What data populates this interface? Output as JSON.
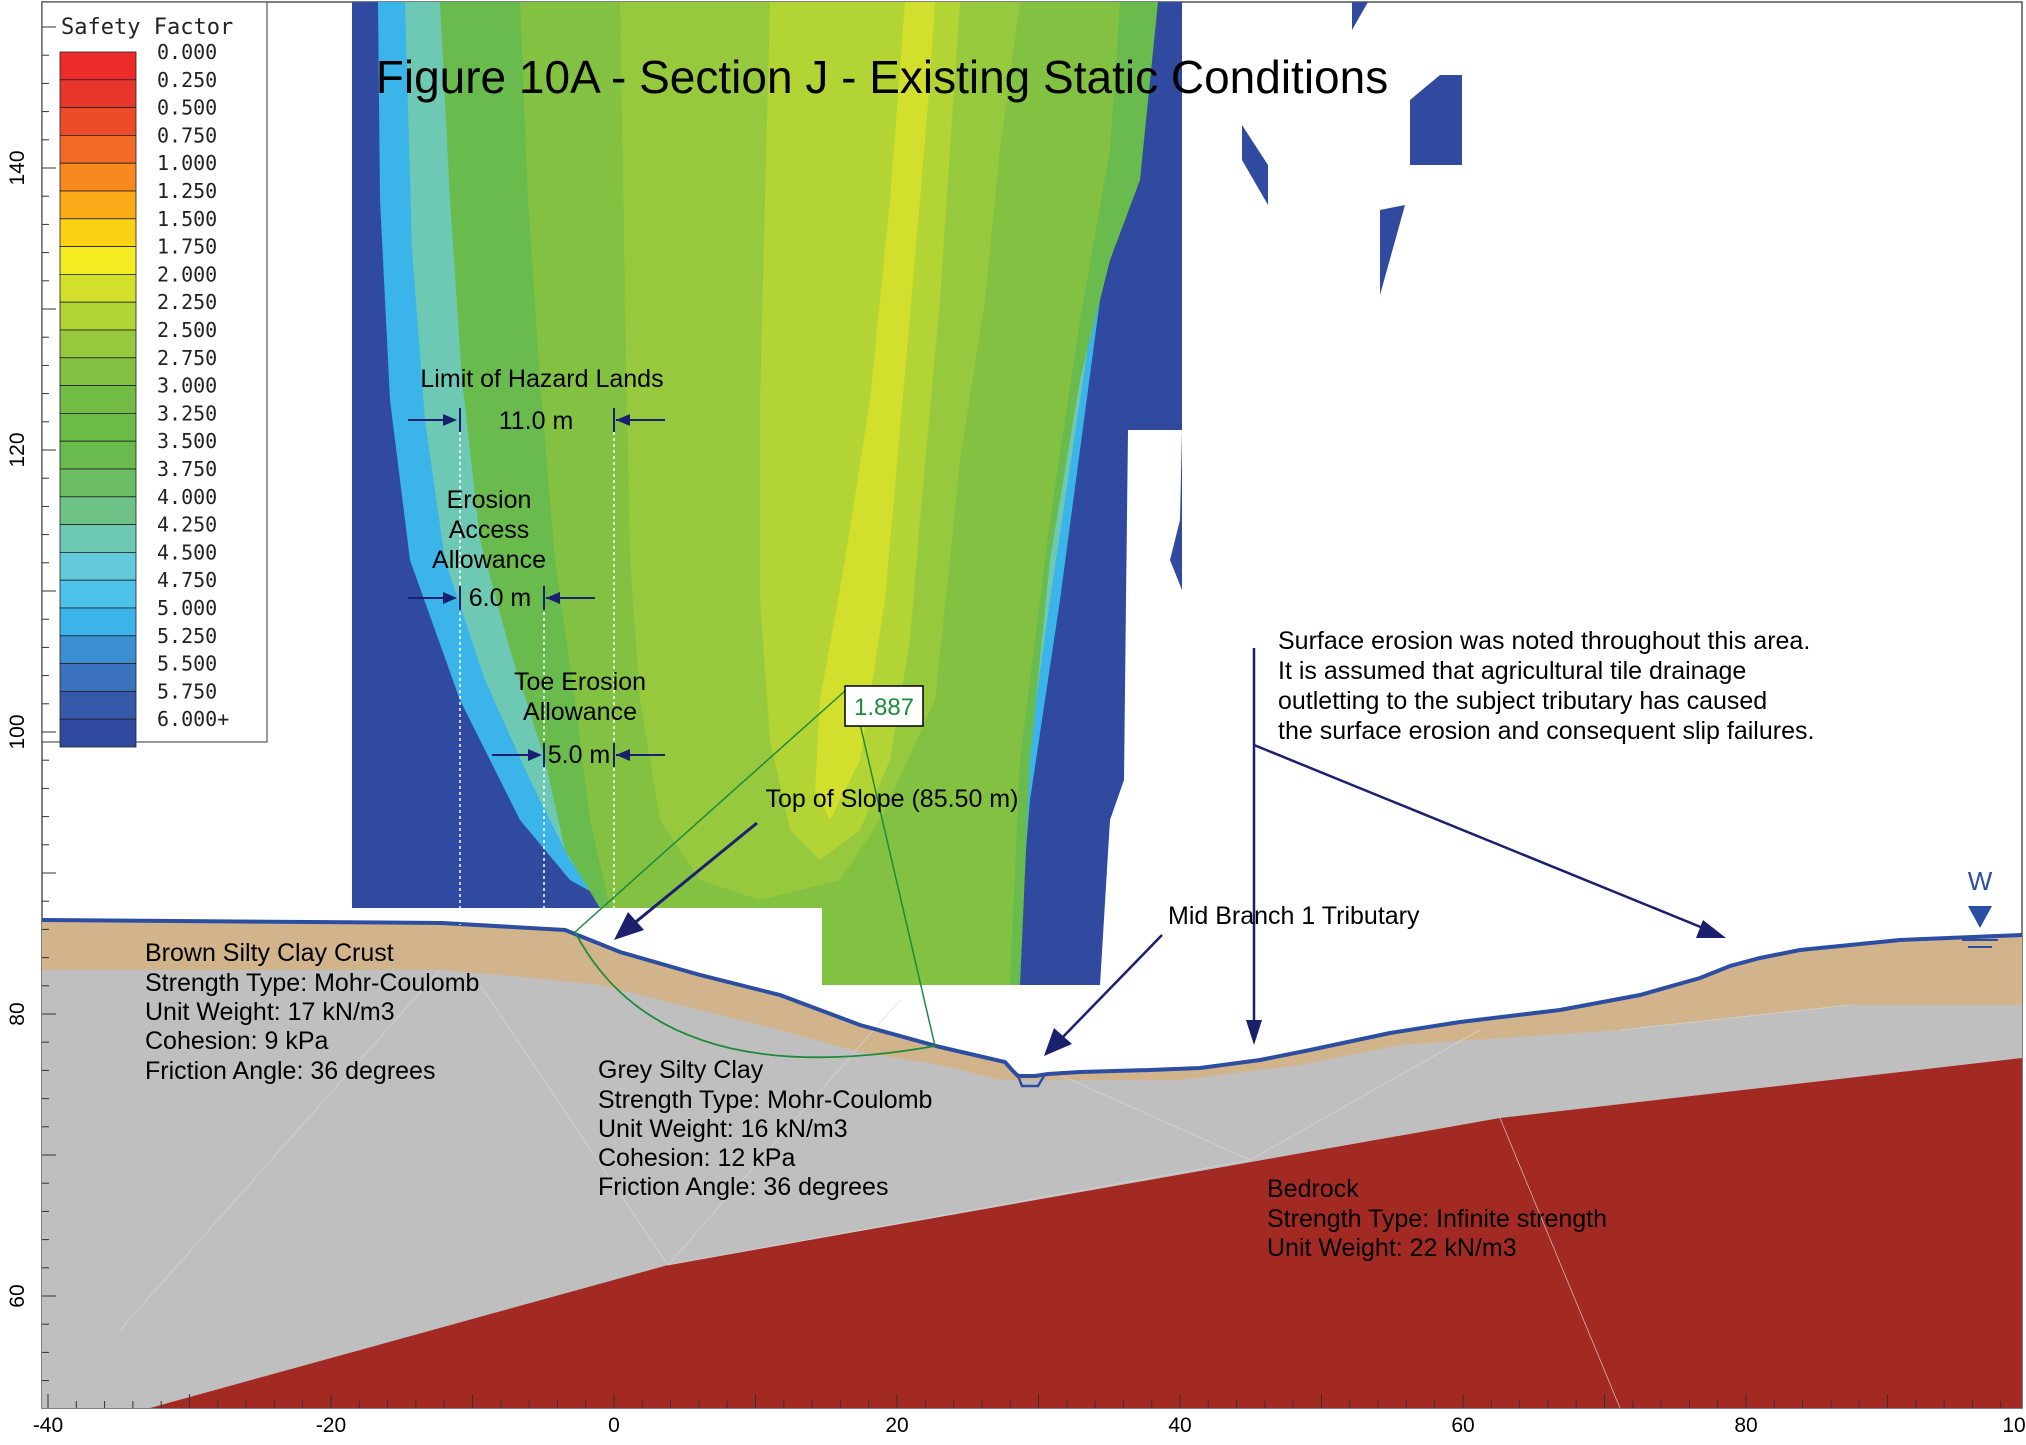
{
  "title": "Figure 10A - Section J - Existing Static Conditions",
  "legend": {
    "title": "Safety Factor",
    "entries": [
      {
        "label": "0.000",
        "color": "#ee2b2b"
      },
      {
        "label": "0.250",
        "color": "#e8372a"
      },
      {
        "label": "0.500",
        "color": "#ec4c27"
      },
      {
        "label": "0.750",
        "color": "#f26a25"
      },
      {
        "label": "1.000",
        "color": "#f7891f"
      },
      {
        "label": "1.250",
        "color": "#fbab19"
      },
      {
        "label": "1.500",
        "color": "#fbd114"
      },
      {
        "label": "1.750",
        "color": "#f4ec20"
      },
      {
        "label": "2.000",
        "color": "#d2df2c"
      },
      {
        "label": "2.250",
        "color": "#b2d434"
      },
      {
        "label": "2.500",
        "color": "#96c93d"
      },
      {
        "label": "2.750",
        "color": "#82c141"
      },
      {
        "label": "3.000",
        "color": "#72bb44"
      },
      {
        "label": "3.250",
        "color": "#6cba48"
      },
      {
        "label": "3.500",
        "color": "#6abb4e"
      },
      {
        "label": "3.750",
        "color": "#6cbd62"
      },
      {
        "label": "4.000",
        "color": "#6fc287"
      },
      {
        "label": "4.250",
        "color": "#6ec9b4"
      },
      {
        "label": "4.500",
        "color": "#62cadb"
      },
      {
        "label": "4.750",
        "color": "#4dc3ec"
      },
      {
        "label": "5.000",
        "color": "#3bb4ea"
      },
      {
        "label": "5.250",
        "color": "#3b8fd0"
      },
      {
        "label": "5.500",
        "color": "#3a72bd"
      },
      {
        "label": "5.750",
        "color": "#3558a8"
      },
      {
        "label": "6.000+",
        "color": "#2f4a9e"
      }
    ]
  },
  "axes": {
    "x_ticks": [
      "-40",
      "-20",
      "0",
      "20",
      "40",
      "60",
      "80",
      "10"
    ],
    "y_ticks": [
      "60",
      "80",
      "100",
      "120",
      "140"
    ]
  },
  "annotations": {
    "hazard_lands": "Limit of Hazard Lands",
    "hazard_width": "11.0 m",
    "erosion_access_1": "Erosion",
    "erosion_access_2": "Access",
    "erosion_access_3": "Allowance",
    "erosion_access_width": "6.0 m",
    "toe_erosion_1": "Toe Erosion",
    "toe_erosion_2": "Allowance",
    "toe_erosion_width": "5.0 m",
    "safety_factor_value": "1.887",
    "top_of_slope": "Top of Slope (85.50 m)",
    "mid_branch": "Mid Branch 1 Tributary",
    "surface_note_1": "Surface erosion was noted throughout this area.",
    "surface_note_2": "It is assumed that agricultural tile drainage",
    "surface_note_3": "outletting to the subject tributary has caused",
    "surface_note_4": "the surface erosion and consequent slip failures.",
    "water_marker": "W"
  },
  "materials": {
    "crust": {
      "name": "Brown Silty Clay Crust",
      "strength": "Strength Type: Mohr-Coulomb",
      "weight": "Unit Weight: 17 kN/m3",
      "cohesion": "Cohesion: 9 kPa",
      "friction": "Friction Angle: 36 degrees",
      "color": "#d2b48c"
    },
    "grey": {
      "name": "Grey Silty Clay",
      "strength": "Strength Type: Mohr-Coulomb",
      "weight": "Unit Weight: 16 kN/m3",
      "cohesion": "Cohesion: 12 kPa",
      "friction": "Friction Angle: 36 degrees",
      "color": "#bfbfbf"
    },
    "bedrock": {
      "name": "Bedrock",
      "strength": "Strength Type: Infinite strength",
      "weight": "Unit Weight: 22 kN/m3",
      "color": "#a32a22"
    }
  }
}
